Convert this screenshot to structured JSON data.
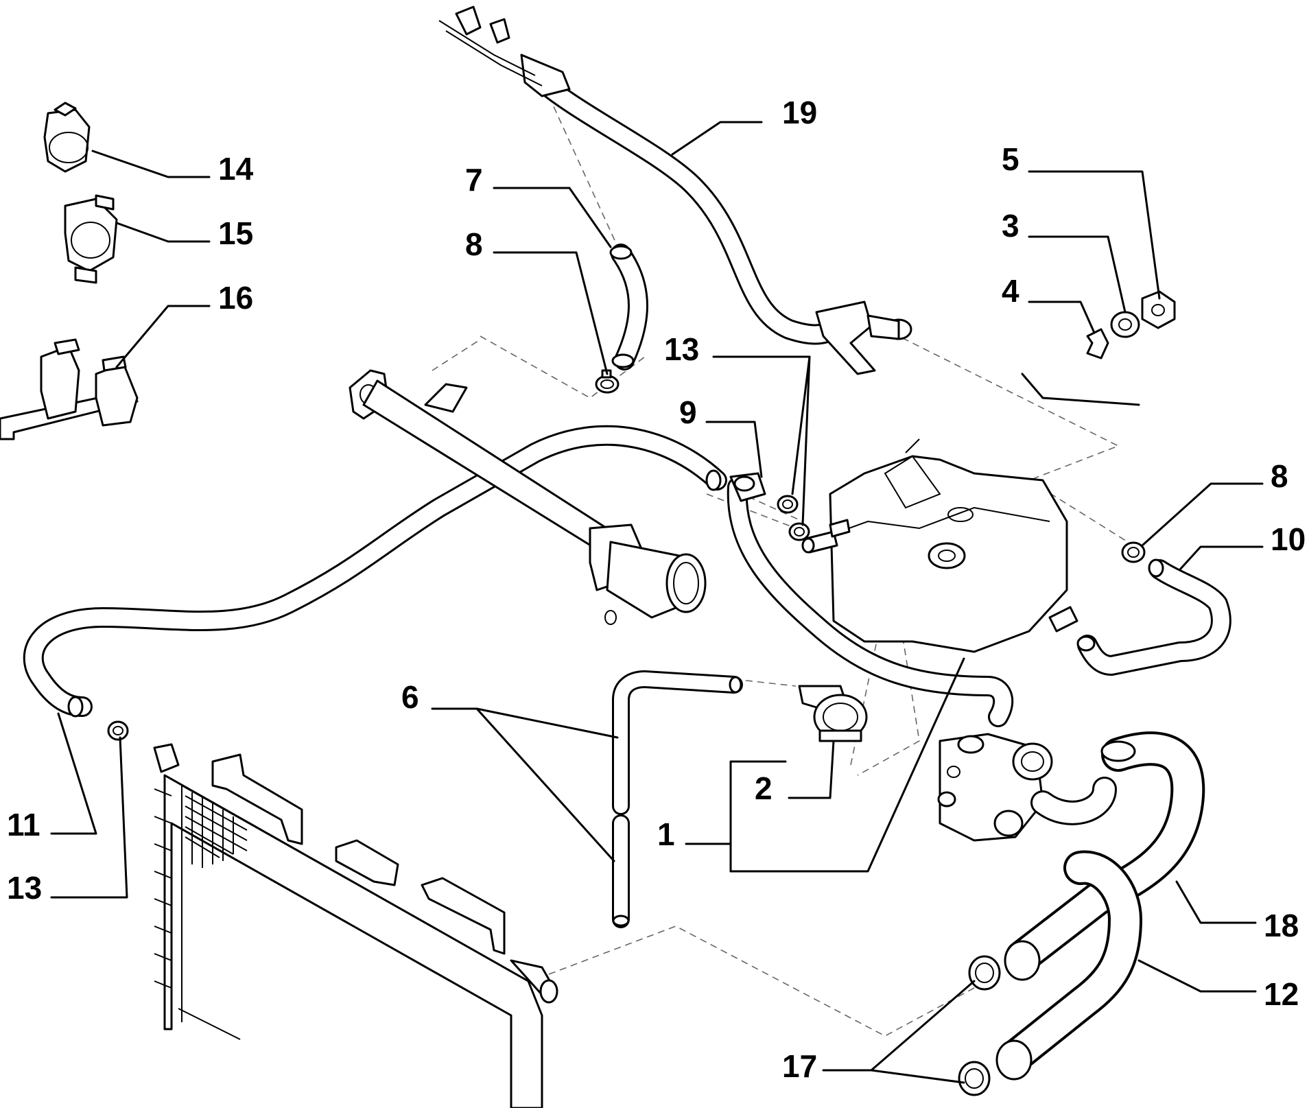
{
  "callouts": [
    {
      "id": "c19",
      "label": "19"
    },
    {
      "id": "c14",
      "label": "14"
    },
    {
      "id": "c15",
      "label": "15"
    },
    {
      "id": "c16",
      "label": "16"
    },
    {
      "id": "c7",
      "label": "7"
    },
    {
      "id": "c8a",
      "label": "8"
    },
    {
      "id": "c5",
      "label": "5"
    },
    {
      "id": "c3",
      "label": "3"
    },
    {
      "id": "c4",
      "label": "4"
    },
    {
      "id": "c13a",
      "label": "13"
    },
    {
      "id": "c9",
      "label": "9"
    },
    {
      "id": "c8b",
      "label": "8"
    },
    {
      "id": "c10",
      "label": "10"
    },
    {
      "id": "c6",
      "label": "6"
    },
    {
      "id": "c2",
      "label": "2"
    },
    {
      "id": "c1",
      "label": "1"
    },
    {
      "id": "c11",
      "label": "11"
    },
    {
      "id": "c13b",
      "label": "13"
    },
    {
      "id": "c18",
      "label": "18"
    },
    {
      "id": "c12",
      "label": "12"
    },
    {
      "id": "c17",
      "label": "17"
    }
  ],
  "colors": {
    "ink": "#000000",
    "paper": "#ffffff"
  }
}
